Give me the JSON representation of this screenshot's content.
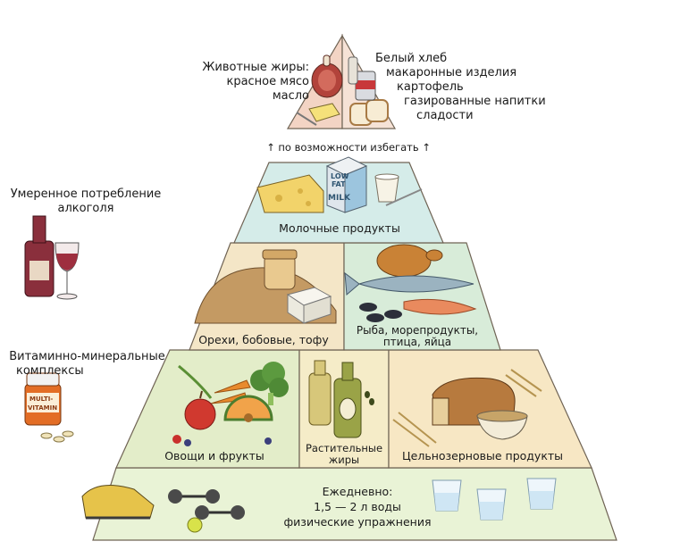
{
  "top": {
    "left_text": [
      "Животные жиры:",
      "красное мясо",
      "масло"
    ],
    "right_text": [
      "Белый хлеб",
      "макаронные изделия",
      "картофель",
      "газированные напитки",
      "сладости"
    ],
    "avoid_note": "↑ по возможности избегать ↑"
  },
  "tiers": {
    "dairy": "Молочные продукты",
    "nuts": "Орехи, бобовые, тофу",
    "fish": [
      "Рыба, морепродукты,",
      "птица, яйца"
    ],
    "veg": "Овощи и фрукты",
    "oil": [
      "Растительные",
      "жиры"
    ],
    "grains": "Цельнозерновые продукты",
    "daily": [
      "Ежедневно:",
      "1,5 — 2 л воды",
      "физические упражнения"
    ]
  },
  "side": {
    "alcohol": [
      "Умеренное потребление",
      "алкоголя"
    ],
    "vitamins": [
      "Витаминно-минеральные",
      "комплексы"
    ]
  },
  "packaging": {
    "milk_box": [
      "LOW",
      "FAT",
      "MILK"
    ],
    "vitamin_jar": [
      "MULTI-",
      "VITAMIN"
    ]
  },
  "colors": {
    "base": "#e9f3d6",
    "grain": "#f7e7c4",
    "veg": "#e3edc9",
    "nuts": "#f4e6c7",
    "fish": "#d8ecd9",
    "dairy": "#d5ece9",
    "apex_left": "#f3d4c4",
    "apex_right": "#f6e2d6",
    "outline": "#6f6354"
  }
}
